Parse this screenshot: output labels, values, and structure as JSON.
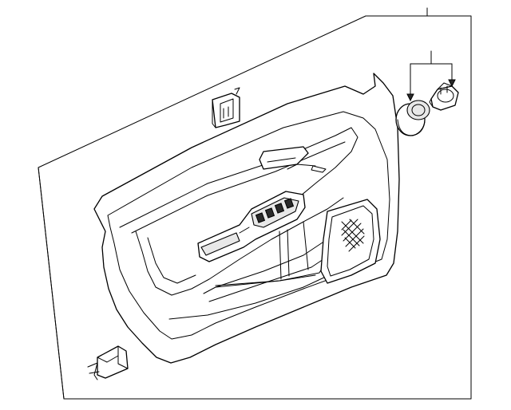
{
  "diagram": {
    "style": "exploded parts line drawing",
    "colors": {
      "line": "#000000",
      "background": "#ffffff",
      "shade": "#e8e8e8"
    },
    "parts": [
      {
        "name": "door-trim-panel"
      },
      {
        "name": "window-switch-bezel"
      },
      {
        "name": "speaker-grille"
      },
      {
        "name": "retainer-clip"
      },
      {
        "name": "push-pin-fastener"
      },
      {
        "name": "trim-clip-top"
      },
      {
        "name": "trim-clip-bottom"
      }
    ]
  }
}
